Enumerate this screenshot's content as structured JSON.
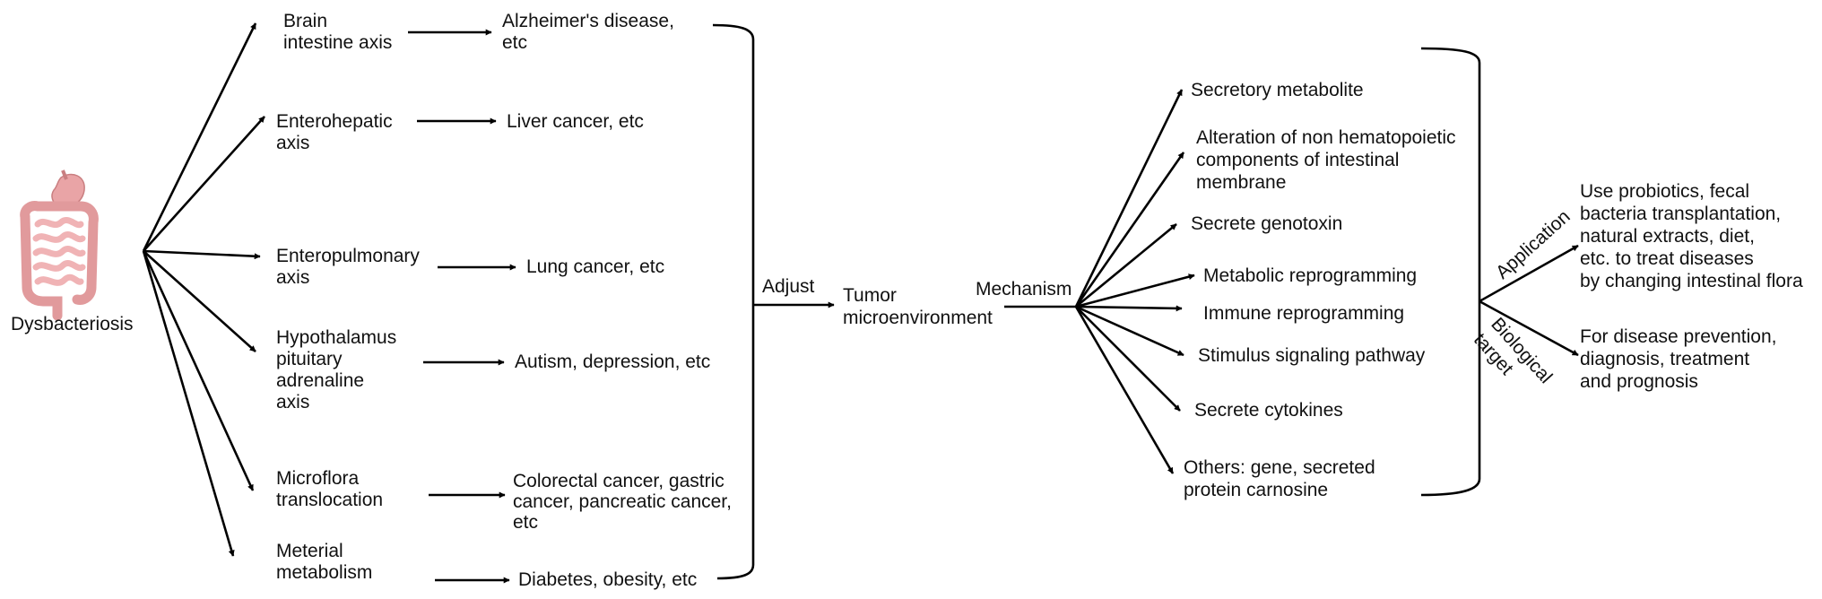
{
  "source": {
    "label": "Dysbacteriosis",
    "icon": "intestine-icon",
    "icon_color": "#e8a6a8"
  },
  "axes": [
    {
      "lines": [
        "Brain",
        "intestine axis"
      ],
      "disease": [
        "Alzheimer's disease,",
        "etc"
      ]
    },
    {
      "lines": [
        "Enterohepatic",
        "axis"
      ],
      "disease": [
        "Liver cancer, etc"
      ]
    },
    {
      "lines": [
        "Enteropulmonary",
        "axis"
      ],
      "disease": [
        "Lung cancer, etc"
      ]
    },
    {
      "lines": [
        "Hypothalamus",
        "pituitary",
        "adrenaline",
        "axis"
      ],
      "disease": [
        "Autism, depression, etc"
      ]
    },
    {
      "lines": [
        "Microflora",
        "translocation"
      ],
      "disease": [
        "Colorectal cancer, gastric",
        "cancer, pancreatic cancer,",
        "etc"
      ]
    },
    {
      "lines": [
        "Meterial",
        "metabolism"
      ],
      "disease": [
        "Diabetes, obesity, etc"
      ]
    }
  ],
  "adjust_label": "Adjust",
  "tumor": [
    "Tumor",
    "microenvironment"
  ],
  "mechanism_label": "Mechanism",
  "mechanisms": [
    [
      "Secretory metabolite"
    ],
    [
      "Alteration of non hematopoietic",
      "components of intestinal",
      "membrane"
    ],
    [
      "Secrete genotoxin"
    ],
    [
      "Metabolic reprogramming"
    ],
    [
      "Immune reprogramming"
    ],
    [
      "Stimulus signaling pathway"
    ],
    [
      "Secrete cytokines"
    ],
    [
      "Others: gene, secreted",
      "protein carnosine"
    ]
  ],
  "application_label": "Application",
  "biological_target_label": [
    "Biological",
    "target"
  ],
  "outcomes": [
    [
      "Use probiotics, fecal",
      "bacteria transplantation,",
      "natural extracts, diet,",
      "etc. to treat diseases",
      "by changing intestinal flora"
    ],
    [
      "For disease prevention,",
      "diagnosis, treatment",
      "and prognosis"
    ]
  ]
}
